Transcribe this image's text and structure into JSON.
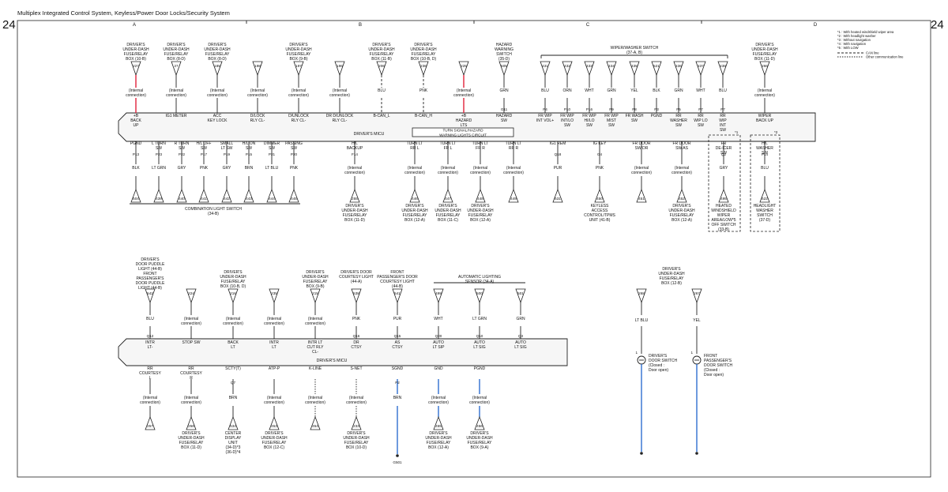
{
  "header": {
    "title": "Multiplex Integrated Control System, Keyless/Power Door Locks/Security System",
    "page_number": "24"
  },
  "grid_columns": [
    "A",
    "B",
    "C",
    "D"
  ],
  "legend": {
    "notes": [
      "*1 : With heated windshield wiper area",
      "*2 : With headlight washer",
      "*3 : Without navigation",
      "*4 : With navigation",
      "*5 : With LOW"
    ],
    "can_line": "CAN line",
    "other_line": "Other communication line"
  },
  "micu1": {
    "label": "DRIVER'S MICU",
    "turn_signal_box": [
      "TURN SIGNAL/HAZARD",
      "WARNING LIGHTS CIRCUIT"
    ],
    "top": [
      {
        "src": [
          "DRIVER'S",
          "UNDER-DASH",
          "FUSE/RELAY",
          "BOX (10-B)"
        ],
        "conn": "227",
        "mid": [
          "(Internal",
          "connection)"
        ],
        "pin": "",
        "wire": "red",
        "term": [
          "+B",
          "BACK",
          "UP"
        ]
      },
      {
        "src": [
          "DRIVER'S",
          "UNDER-DASH",
          "FUSE/RELAY",
          "BOX (8-D)"
        ],
        "conn": "27",
        "mid": [
          "(Internal",
          "connection)"
        ],
        "pin": "",
        "wire": "black",
        "term": [
          "IG1 METER"
        ]
      },
      {
        "src": [
          "DRIVER'S",
          "UNDER-DASH",
          "FUSE/RELAY",
          "BOX (8-D)"
        ],
        "conn": "185",
        "mid": [
          "(Internal",
          "connection)"
        ],
        "pin": "",
        "wire": "black",
        "term": [
          "ACC",
          "KEY LOCK"
        ]
      },
      {
        "src": [],
        "conn": "198",
        "mid": [
          "(Internal",
          "connection)"
        ],
        "pin": "",
        "wire": "black",
        "term": [
          "D/LOCK",
          "RLY CL-"
        ]
      },
      {
        "src": [
          "DRIVER'S",
          "UNDER-DASH",
          "FUSE/RELAY",
          "BOX (9-B)"
        ],
        "conn": "197",
        "mid": [
          "(Internal",
          "connection)"
        ],
        "pin": "",
        "wire": "black",
        "term": [
          "D/UNLOCK",
          "RLY CL-"
        ]
      },
      {
        "src": [],
        "conn": "196",
        "mid": [
          "(Internal",
          "connection)"
        ],
        "pin": "",
        "wire": "black",
        "term": [
          "DR D/UNLOCK",
          "RLY CL-"
        ]
      },
      {
        "src": [
          "DRIVER'S",
          "UNDER-DASH",
          "FUSE/RELAY",
          "BOX (11-B)"
        ],
        "conn": "206",
        "mid": [
          "BLU"
        ],
        "pin": "",
        "wire": "dash",
        "term": [
          "B-CAN_L"
        ]
      },
      {
        "src": [
          "DRIVER'S",
          "UNDER-DASH",
          "FUSE/RELAY",
          "BOX (10-B, D)"
        ],
        "conn": "236",
        "mid": [
          "PNK"
        ],
        "pin": "",
        "wire": "dash",
        "term": [
          "B-CAN_H"
        ]
      },
      {
        "src": [],
        "conn": "225",
        "mid": [
          "(Internal",
          "connection)"
        ],
        "pin": "",
        "wire": "red",
        "term": [
          "+B",
          "HAZARD",
          "LTS"
        ]
      },
      {
        "src": [
          "HAZARD",
          "WARNING",
          "SWITCH",
          "(35-D)"
        ],
        "conn": "505",
        "mid": [
          "GRN"
        ],
        "pin": "G11",
        "wire": "black",
        "term": [
          "HAZARD",
          "SW"
        ]
      },
      {
        "src": [],
        "conn": "431",
        "mid": [
          "BLU"
        ],
        "pin": "P4",
        "wire": "black",
        "term": [
          "FR WIP",
          "INT VOL+"
        ]
      },
      {
        "src": [],
        "conn": "432",
        "mid": [
          "ORN"
        ],
        "pin": "P10",
        "wire": "black",
        "term": [
          "FR WIP",
          "INT/LO",
          "SW"
        ]
      },
      {
        "src": [],
        "conn": "433",
        "mid": [
          "WHT"
        ],
        "pin": "P16",
        "wire": "black",
        "term": [
          "FR WIP",
          "HI/LO",
          "SW"
        ]
      },
      {
        "src": [],
        "conn": "434",
        "mid": [
          "GRN"
        ],
        "pin": "P9",
        "wire": "black",
        "term": [
          "FR WIP",
          "MIST",
          "SW"
        ]
      },
      {
        "src": [],
        "conn": "435",
        "mid": [
          "YEL"
        ],
        "pin": "P8",
        "wire": "black",
        "term": [
          "FR WASH",
          "SW"
        ]
      },
      {
        "src": [],
        "conn": "521",
        "mid": [
          "BLK"
        ],
        "pin": "P3",
        "wire": "black",
        "term": [
          "PGND"
        ]
      },
      {
        "src": [],
        "conn": "436",
        "mid": [
          "GRN"
        ],
        "pin": "P5",
        "wire": "black",
        "term": [
          "RR",
          "WASHER",
          "SW"
        ]
      },
      {
        "src": [],
        "conn": "437",
        "mid": [
          "WHT"
        ],
        "pin": "P7",
        "wire": "black",
        "term": [
          "RR",
          "WIP LO",
          "SW"
        ]
      },
      {
        "src": [],
        "conn": "438",
        "mid": [
          "BLU"
        ],
        "pin": "P7",
        "wire": "black",
        "term": [
          "RR",
          "WIP",
          "INT",
          "SW"
        ]
      },
      {
        "src": [
          "DRIVER'S",
          "UNDER-DASH",
          "FUSE/RELAY",
          "BOX (11-D)"
        ],
        "conn": "266",
        "mid": [
          "(Internal",
          "connection)"
        ],
        "pin": "",
        "wire": "black",
        "term": [
          "WIPER",
          "BACK UP"
        ]
      }
    ],
    "wiper_switch": "WIPER/WASHER SWITCH",
    "wiper_switch_loc": "(37-A, B)",
    "bottom": [
      {
        "term": [
          "PGND"
        ],
        "pin": "P13",
        "mid": [
          "BLK"
        ],
        "conn": "504",
        "wire": "black",
        "dest": []
      },
      {
        "term": [
          "L TURN",
          "SW"
        ],
        "pin": "P23",
        "mid": [
          "LT GRN"
        ],
        "conn": "439",
        "wire": "black",
        "dest": []
      },
      {
        "term": [
          "R TURN",
          "SW"
        ],
        "pin": "P22",
        "mid": [
          "GRY"
        ],
        "conn": "440",
        "wire": "black",
        "dest": []
      },
      {
        "term": [
          "H/L OFF",
          "SW"
        ],
        "pin": "P17",
        "mid": [
          "PNK"
        ],
        "conn": "441",
        "wire": "black",
        "dest": []
      },
      {
        "term": [
          "SMALL",
          "LT SW"
        ],
        "pin": "P19",
        "mid": [
          "GRY"
        ],
        "conn": "442",
        "wire": "black",
        "dest": []
      },
      {
        "term": [
          "H/L ON",
          "SW"
        ],
        "pin": "P15",
        "mid": [
          "BRN"
        ],
        "conn": "443",
        "wire": "black",
        "dest": []
      },
      {
        "term": [
          "DIMMER",
          "SW"
        ],
        "pin": "P21",
        "mid": [
          "LT BLU"
        ],
        "conn": "444",
        "wire": "black",
        "dest": []
      },
      {
        "term": [
          "PASSING",
          "SW"
        ],
        "pin": "P20",
        "mid": [
          "PNK"
        ],
        "conn": "445",
        "wire": "black",
        "dest": []
      },
      {
        "term": [
          "H/L",
          "BACKUP"
        ],
        "pin": "F14",
        "mid": [
          "(Internal",
          "connection)"
        ],
        "conn": "255",
        "wire": "black",
        "dest": [
          "DRIVER'S",
          "UNDER-DASH",
          "FUSE/RELAY",
          "BOX (11-D)"
        ]
      },
      {
        "term": [
          "TURN LT",
          "RR L"
        ],
        "pin": "",
        "mid": [
          "(Internal",
          "connection)"
        ],
        "conn": "446",
        "wire": "black",
        "dest": [
          "DRIVER'S",
          "UNDER-DASH",
          "FUSE/RELAY",
          "BOX (12-A)"
        ]
      },
      {
        "term": [
          "TURN LT",
          "FR L"
        ],
        "pin": "",
        "mid": [
          "(Internal",
          "connection)"
        ],
        "conn": "447",
        "wire": "black",
        "dest": [
          "DRIVER'S",
          "UNDER-DASH",
          "FUSE/RELAY",
          "BOX (11-C)"
        ]
      },
      {
        "term": [
          "TURN LT",
          "FR R"
        ],
        "pin": "",
        "mid": [
          "(Internal",
          "connection)"
        ],
        "conn": "448",
        "wire": "black",
        "dest": [
          "DRIVER'S",
          "UNDER-DASH",
          "FUSE/RELAY",
          "BOX (12-A)"
        ]
      },
      {
        "term": [
          "TURN LT",
          "RR R"
        ],
        "pin": "",
        "mid": [
          "(Internal",
          "connection)"
        ],
        "conn": "449",
        "wire": "black",
        "dest": []
      },
      {
        "term": [
          "IG1 REM"
        ],
        "pin": "Q18",
        "mid": [
          "PUR"
        ],
        "conn": "531",
        "wire": "black",
        "dest": []
      },
      {
        "term": [
          "IG KEY"
        ],
        "pin": "G4",
        "mid": [
          "PNK"
        ],
        "conn": "450",
        "wire": "black",
        "dest": [
          "KEYLESS",
          "ACCESS",
          "CONTROL/TPMS",
          "UNIT (41-B)"
        ]
      },
      {
        "term": [
          "FR DOOR",
          "SW DR"
        ],
        "pin": "",
        "mid": [
          "(Internal",
          "connection)"
        ],
        "conn": "451",
        "wire": "black",
        "dest": []
      },
      {
        "term": [
          "FR DOOR",
          "SW AS"
        ],
        "pin": "",
        "mid": [
          "(Internal",
          "connection)"
        ],
        "conn": "452",
        "wire": "black",
        "dest": [
          "DRIVER'S",
          "UNDER-DASH",
          "FUSE/RELAY",
          "BOX (12-A)"
        ]
      },
      {
        "term": [
          "FR",
          "DE-ICER",
          "SW"
        ],
        "pin": "Q2",
        "mid": [
          "GRY"
        ],
        "conn": "495",
        "wire": "black",
        "dest": [
          "HEATED",
          "WINDSHIELD",
          "WIPER",
          "AREA/LOW*5",
          "OFF SWITCH",
          "(33-B)"
        ]
      },
      {
        "term": [
          "H/L",
          "WASHER",
          "SW"
        ],
        "pin": "P14",
        "mid": [
          "BLU"
        ],
        "conn": "522",
        "wire": "black",
        "dest": [
          "HEADLIGHT",
          "WASHER",
          "SWITCH",
          "(37-D)"
        ]
      }
    ],
    "combo_switch": [
      "COMBINATION LIGHT SWITCH",
      "(34-B)"
    ],
    "opt_note_1": "*1",
    "opt_note_2": "*2"
  },
  "micu2": {
    "label": "DRIVER'S MICU",
    "auto_sensor": [
      "AUTOMATIC LIGHTING",
      "SENSOR (34-A)"
    ],
    "top": [
      {
        "src": [
          "DRIVER'S",
          "DOOR PUDDLE",
          "LIGHT (44-B)",
          "FRONT",
          "PASSENGER'S",
          "DOOR PUDDLE",
          "LIGHT (44-B)"
        ],
        "conn": "542",
        "mid": [
          "BLU"
        ],
        "pin": "Q12",
        "wire": "black",
        "term": [
          "INTR",
          "LT-"
        ]
      },
      {
        "src": [],
        "conn": "224",
        "mid": [
          "(Internal",
          "connection)"
        ],
        "pin": "",
        "wire": "black",
        "term": [
          "STOP SW"
        ]
      },
      {
        "src": [
          "DRIVER'S",
          "UNDER-DASH",
          "FUSE/RELAY",
          "BOX (10-B, D)"
        ],
        "conn": "216",
        "mid": [
          "(Internal",
          "connection)"
        ],
        "pin": "",
        "wire": "black",
        "term": [
          "BACK",
          "LT"
        ]
      },
      {
        "src": [],
        "conn": "235",
        "mid": [
          "(Internal",
          "connection)"
        ],
        "pin": "",
        "wire": "black",
        "term": [
          "INTR",
          "LT"
        ]
      },
      {
        "src": [
          "DRIVER'S",
          "UNDER-DASH",
          "FUSE/RELAY",
          "BOX (9-B)"
        ],
        "conn": "215",
        "mid": [
          "(Internal",
          "connection)"
        ],
        "pin": "",
        "wire": "black",
        "term": [
          "INTR LT",
          "CUT RLY",
          "CL-"
        ]
      },
      {
        "src": [
          "DRIVER'S DOOR",
          "COURTESY LIGHT",
          "(44-A)"
        ],
        "conn": "538",
        "mid": [
          "PNK"
        ],
        "pin": "Q16",
        "wire": "black",
        "term": [
          "DR",
          "CTSY"
        ]
      },
      {
        "src": [
          "FRONT",
          "PASSENGER'S DOOR",
          "COURTESY LIGHT",
          "(44-B)"
        ],
        "conn": "541",
        "mid": [
          "PUR"
        ],
        "pin": "Q15",
        "wire": "black",
        "term": [
          "AS",
          "CTSY"
        ]
      },
      {
        "src": [],
        "conn": "499",
        "mid": [
          "WHT"
        ],
        "pin": "Q20",
        "wire": "black",
        "term": [
          "AUTO",
          "LT SIP"
        ]
      },
      {
        "src": [],
        "conn": "500",
        "mid": [
          "LT GRN"
        ],
        "pin": "Q10",
        "wire": "black",
        "term": [
          "AUTO",
          "LT SIG"
        ]
      },
      {
        "src": [],
        "conn": "501",
        "mid": [
          "GRN"
        ],
        "pin": "Q3",
        "wire": "black",
        "term": [
          "AUTO",
          "LT SIG"
        ]
      }
    ],
    "bottom": [
      {
        "term": [
          "RR",
          "COURTESY",
          "L"
        ],
        "pin": "",
        "mid": [
          "(Internal",
          "connection)"
        ],
        "conn": "257",
        "wire": "black",
        "dest": []
      },
      {
        "term": [
          "RR",
          "COURTESY",
          "R"
        ],
        "pin": "",
        "mid": [
          "(Internal",
          "connection)"
        ],
        "conn": "258",
        "wire": "black",
        "dest": [
          "DRIVER'S",
          "UNDER-DASH",
          "FUSE/RELAY",
          "BOX (11-D)"
        ]
      },
      {
        "term": [
          "SCTY(T)"
        ],
        "pin": "Q7",
        "mid": [
          "BRN"
        ],
        "conn": "534",
        "wire": "black",
        "dest": [
          "CENTER",
          "DISPLAY",
          "UNIT",
          "(34-D)*3",
          "(36-D)*4"
        ]
      },
      {
        "term": [
          "ATP-P"
        ],
        "pin": "",
        "mid": [
          "(Internal",
          "connection)"
        ],
        "conn": "453",
        "wire": "black",
        "dest": [
          "DRIVER'S",
          "UNDER-DASH",
          "FUSE/RELAY",
          "BOX (12-C)"
        ]
      },
      {
        "term": [
          "K-LINE"
        ],
        "pin": "",
        "mid": [
          "(Internal",
          "connection)"
        ],
        "conn": "454",
        "wire": "dot",
        "dest": []
      },
      {
        "term": [
          "S-NET"
        ],
        "pin": "",
        "mid": [
          "(Internal",
          "connection)"
        ],
        "conn": "233",
        "wire": "dot",
        "dest": [
          "DRIVER'S",
          "UNDER-DASH",
          "FUSE/RELAY",
          "BOX (10-D)"
        ]
      },
      {
        "term": [
          "SGND"
        ],
        "pin": "P2",
        "mid": [
          "BRN"
        ],
        "conn": "",
        "wire": "blue",
        "dest": []
      },
      {
        "term": [
          "GND"
        ],
        "pin": "",
        "mid": [
          "(Internal",
          "connection)"
        ],
        "conn": "455",
        "wire": "blue",
        "dest": [
          "DRIVER'S",
          "UNDER-DASH",
          "FUSE/RELAY",
          "BOX (12-A)"
        ]
      },
      {
        "term": [
          "PGND"
        ],
        "pin": "",
        "mid": [
          "(Internal",
          "connection)"
        ],
        "conn": "456",
        "wire": "blue",
        "dest": [
          "DRIVER'S",
          "UNDER-DASH",
          "FUSE/RELAY",
          "BOX (9-A)"
        ]
      }
    ],
    "ground": "G501"
  },
  "door_switches": {
    "header": [
      "DRIVER'S",
      "UNDER-DASH",
      "FUSE/RELAY",
      "BOX (12-B)"
    ],
    "items": [
      {
        "conn": "268",
        "wire_color": "LT BLU",
        "pin": "1",
        "label": [
          "DRIVER'S",
          "DOOR SWITCH",
          "(Closed :",
          "Door open)"
        ]
      },
      {
        "conn": "267",
        "wire_color": "YEL",
        "pin": "1",
        "label": [
          "FRONT",
          "PASSENGER'S",
          "DOOR SWITCH",
          "(Closed :",
          "Door open)"
        ]
      }
    ]
  },
  "colors": {
    "line": "#222222",
    "power": "#e0213a",
    "ground": "#2f6fd0",
    "box_fill": "#f6f6f6"
  }
}
